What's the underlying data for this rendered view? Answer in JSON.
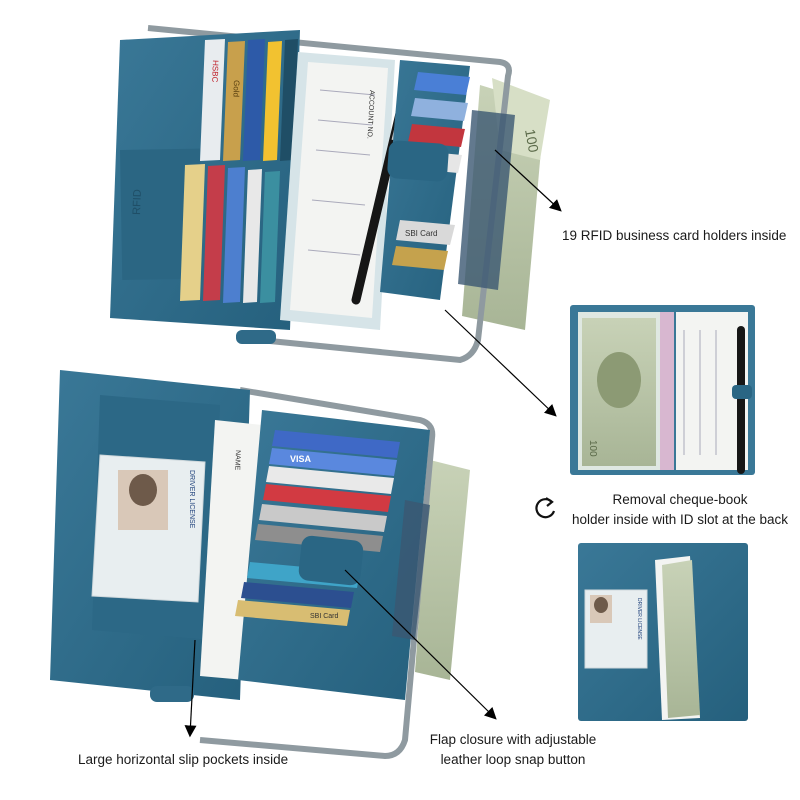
{
  "captions": {
    "rfid": "19 RFID business card holders inside",
    "removal_line1": "Removal cheque-book",
    "removal_line2": "holder inside with  ID slot at the back",
    "slip": "Large horizontal slip pockets inside",
    "flap_line1": "Flap closure with adjustable",
    "flap_line2": "leather loop snap button"
  },
  "photo_text": {
    "hsbc": "HSBC",
    "gold": "Gold",
    "rfid_emboss": "RFID",
    "sbi": "SBI Card",
    "visa": "VISA",
    "account_no": "ACCOUNT NO.",
    "name": "NAME",
    "license": "DRIVER LICENSE",
    "bill": "100"
  },
  "colors": {
    "leather": "#2f6a88",
    "leather_dark": "#1f4e66",
    "leather_light": "#4b86a3",
    "zipper": "#9aa3a8",
    "cheque": "#f3f4f2",
    "bill": "#b9c4a8",
    "pen": "#161616"
  },
  "icons": {
    "rotate": "rotate-ccw-icon"
  }
}
